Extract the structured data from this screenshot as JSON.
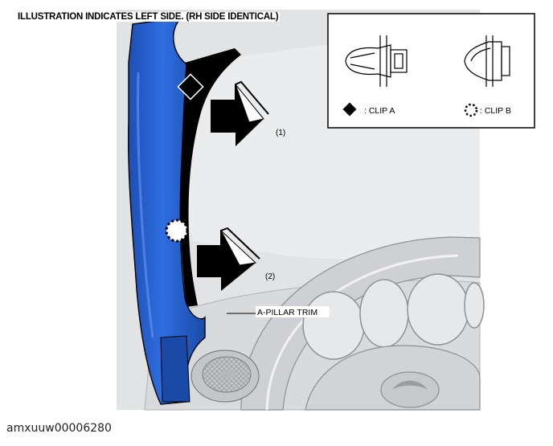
{
  "caption": "ILLUSTRATION INDICATES LEFT SIDE. (RH SIDE IDENTICAL)",
  "labels": {
    "arrow1": "(1)",
    "arrow2": "(2)",
    "part": "A-PILLAR TRIM"
  },
  "legend": {
    "clip_a": ": CLIP A",
    "clip_b": ": CLIP B"
  },
  "document_id": "amxuuw00006280",
  "colors": {
    "trim_blue": "#2f6ee0",
    "background_gray": "#e2e3e5",
    "outline": "#000000"
  },
  "icons": [
    "clip-a-diamond-icon",
    "clip-b-dotted-circle-icon",
    "removal-arrow-icon"
  ]
}
